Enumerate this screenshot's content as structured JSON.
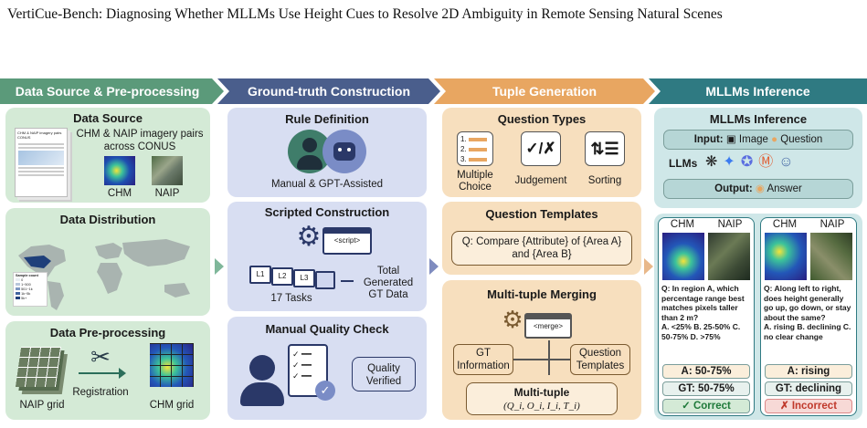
{
  "paper_title": "VertiCue-Bench: Diagnosing Whether MLLMs Use Height Cues to Resolve 2D Ambiguity in Remote Sensing Natural Scenes",
  "headers": [
    "Data Source & Pre-processing",
    "Ground-truth Construction",
    "Tuple Generation",
    "MLLMs Inference"
  ],
  "col1": {
    "source_title": "Data Source",
    "source_desc": "CHM & NAIP imagery pairs across CONUS",
    "doc_title": "CHM & NAIP imagery pairs CONUS",
    "chm": "CHM",
    "naip": "NAIP",
    "dist_title": "Data Distribution",
    "legend_title": "Sample count",
    "legend_items": [
      "0",
      "1~500",
      "501~1k",
      "1k~5k",
      "5k+"
    ],
    "pre_title": "Data Pre-processing",
    "registration": "Registration",
    "naip_grid": "NAIP grid",
    "chm_grid": "CHM grid"
  },
  "col2": {
    "rule_title": "Rule Definition",
    "rule_desc": "Manual & GPT-Assisted",
    "script_title": "Scripted Construction",
    "script_tag": "<script>",
    "folders": [
      "L1",
      "L2",
      "L3"
    ],
    "tasks": "17 Tasks",
    "total": "Total Generated GT Data",
    "qc_title": "Manual Quality Check",
    "qc_badge": "Quality Verified"
  },
  "col3": {
    "qt_title": "Question Types",
    "qt_items": [
      "Multiple Choice",
      "Judgement",
      "Sorting"
    ],
    "mc_nums": [
      "1.",
      "2.",
      "3."
    ],
    "judge_glyph": "✓/✗",
    "tmpl_title": "Question Templates",
    "tmpl_text": "Q: Compare {Attribute} of {Area A} and {Area B}",
    "merge_title": "Multi-tuple Merging",
    "merge_tag": "<merge>",
    "gt_info": "GT Information",
    "q_tmpl": "Question Templates",
    "tuple_title": "Multi-tuple",
    "tuple_formula": "(Q_i, O_i, I_i, T_i)"
  },
  "col4": {
    "inf_title": "MLLMs Inference",
    "input_label": "Input:",
    "input_image": "Image",
    "input_question": "Question",
    "llms_label": "LLMs",
    "output_label": "Output:",
    "output_answer": "Answer",
    "left": {
      "chm": "CHM",
      "naip": "NAIP",
      "question": "Q: In region A, which percentage range best matches pixels taller than 2 m?",
      "options": "A. <25% B. 25-50% C. 50-75% D. >75%",
      "answer": "A: 50-75%",
      "gt": "GT: 50-75%",
      "verdict": "Correct",
      "verdict_mark": "✓"
    },
    "right": {
      "chm": "CHM",
      "naip": "NAIP",
      "question": "Q: Along left to right, does height generally go up, go down, or stay about the same?",
      "options": "A. rising B. declining C. no clear change",
      "answer": "A: rising",
      "gt": "GT: declining",
      "verdict": "Incorrect",
      "verdict_mark": "✗"
    }
  },
  "colors": {
    "green": "#5b9a7a",
    "blue": "#4a5e8c",
    "orange": "#e8a661",
    "teal": "#2f7a82",
    "correct": "#1f7a3a",
    "incorrect": "#c0392b"
  }
}
